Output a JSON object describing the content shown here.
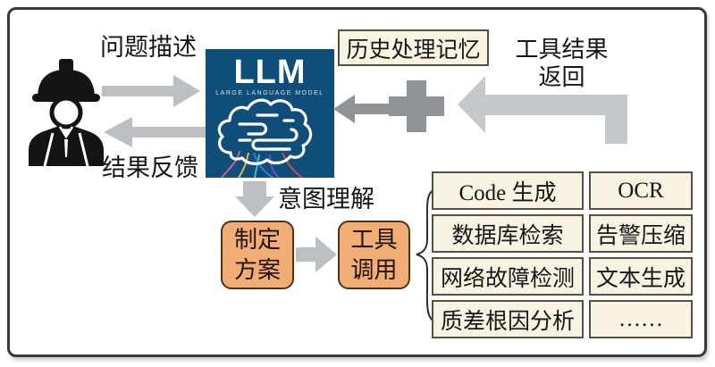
{
  "labels": {
    "problem_description": "问题描述",
    "result_feedback": "结果反馈",
    "intent_understanding": "意图理解",
    "history_memory": "历史处理记忆",
    "tool_result_line1": "工具结果",
    "tool_result_line2": "返回"
  },
  "llm": {
    "title": "LLM",
    "subtitle": "LARGE LANGUAGE MODEL"
  },
  "plan_box": {
    "line1": "制定",
    "line2": "方案"
  },
  "tool_call_box": {
    "line1": "工具",
    "line2": "调用"
  },
  "tools": {
    "left": [
      "Code 生成",
      "数据库检索",
      "网络故障检测",
      "质差根因分析"
    ],
    "right": [
      "OCR",
      "告警压缩",
      "文本生成",
      "……"
    ]
  },
  "colors": {
    "llm_background": "#0f4e78",
    "cream_box": "#f8f3e2",
    "cream_border": "#55513f",
    "orange_box": "#f2ad74",
    "arrow_light_gray": "#bcc0c2",
    "arrow_dark_gray": "#919497",
    "frame_border": "#3a3a3a"
  }
}
